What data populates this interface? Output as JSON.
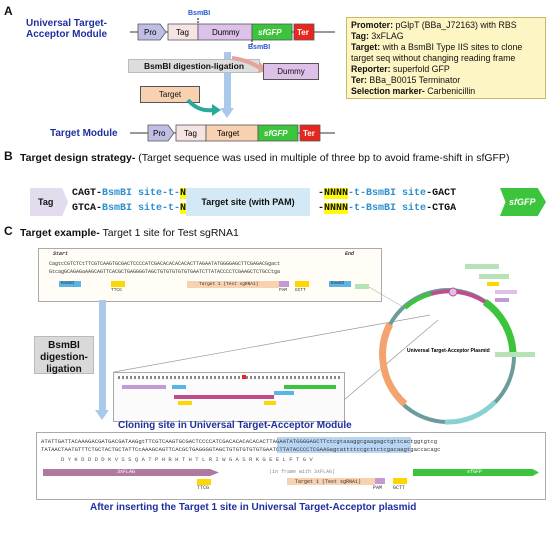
{
  "panels": {
    "a": "A",
    "b": "B",
    "c": "C"
  },
  "module_a": {
    "title_line1": "Universal Target-",
    "title_line2": "Acceptor Module",
    "bsmbi_top": "BsmBI",
    "bsmbi_bottom": "BsmBI",
    "parts": [
      "Pro",
      "Tag",
      "Dummy",
      "sfGFP",
      "Ter"
    ]
  },
  "info_box": [
    {
      "key": "Promoter:",
      "val": " pGlpT (BBa_J72163) with RBS"
    },
    {
      "key": "Tag:",
      "val": " 3xFLAG"
    },
    {
      "key": "Target:",
      "val": " with a BsmBI Type IIS sites to clone target seq without changing reading frame"
    },
    {
      "key": "Reporter:",
      "val": " superfold GFP"
    },
    {
      "key": "Ter:",
      "val": " BBa_B0015 Terminator"
    },
    {
      "key": "Selection marker-",
      "val": " Carbenicillin"
    }
  ],
  "digest_label": "BsmBI digestion-ligation",
  "dummy_label": "Dummy",
  "target_label": "Target",
  "target_module": {
    "title": "Target Module",
    "parts": [
      "Pro",
      "Tag",
      "Target",
      "sfGFP",
      "Ter"
    ]
  },
  "design": {
    "heading": "Target design strategy-",
    "note": " (Target sequence was used in multiple of three bp to avoid frame-shift in sfGFP)",
    "tag": "Tag",
    "left_top": {
      "a": "CAGT-",
      "b": "BsmBI site",
      "c": "-t-",
      "d": "NNNN"
    },
    "left_bot": {
      "a": "GTCA-",
      "b": "BsmBI site",
      "c": "-t-",
      "d": "NNNN"
    },
    "middle": "Target site (with PAM)",
    "right_top": {
      "a": "-",
      "b": "NNNN",
      "c": "-t-",
      "d": "BsmBI site",
      "e": "-GACT"
    },
    "right_bot": {
      "a": "-",
      "b": "NNNN",
      "c": "-t-",
      "d": "BsmBI site",
      "e": "-CTGA"
    },
    "sfgfp": "sfGFP"
  },
  "example": {
    "heading": "Target example-",
    "note": " Target 1 site for Test sgRNA1",
    "seq_top": "CagtcCGTCTCtTTCGTCAAGTGCGACTCCCCATCGACACACACACACTTAGAATATGGGGAGCTTCGAGACGgact",
    "seq_bot": "GtcagGCAGAGaAAGCAGTTCACGCTGAGGGGTAGCTGTGTGTGTGTGAATCTTATACCCCTCGAAGCTCTGCCtga",
    "labels": [
      "BsmBI",
      "TTCG",
      "Target 1 (Test sgRNA1)",
      "PAM",
      "GCTT",
      "BsmBI"
    ],
    "start": "Start",
    "end": "End"
  },
  "digest2": "BsmBI digestion-ligation",
  "plasmid_title": "Universal Target-Acceptor Plasmid",
  "cloning_caption": "Cloning site in Universal Target-Acceptor Module",
  "final_box": {
    "seq1": "ATATTGATTACAAAGACGATGACGATAAGgtTTCGTCAAGTGCGACTCCCCATCGACACACACACACTTAGAATATGGGGAGCTTctcgtaaaggcgaagagctgttcactggtgtcg",
    "seq2": "TATAACTAATGTTTCTGCTACTGCTATTCcAAAGCAGTTCACGCTGAGGGGTAGCTGTGTGTGTGTGAATCTTATACCCCTCGAAGagcattttccgcttctcgacaagtgaccacagc",
    "aa": "D  Y  K  D  D  D  D  K  V  S  S  Q  A  T  P  H  R  H  T  H  T  L  R  I  W  G  A  S  R  K  G  E  E  L  F  T  G  V",
    "labels": [
      "3xFLAG",
      "TTCG",
      "Target 1 (Test sgRNA1)",
      "PAM",
      "GCTT",
      "sfGFP"
    ],
    "inframe": "(in frame with 3xFLAG)"
  },
  "final_caption": "After inserting the Target 1 site in Universal Target-Acceptor plasmid"
}
